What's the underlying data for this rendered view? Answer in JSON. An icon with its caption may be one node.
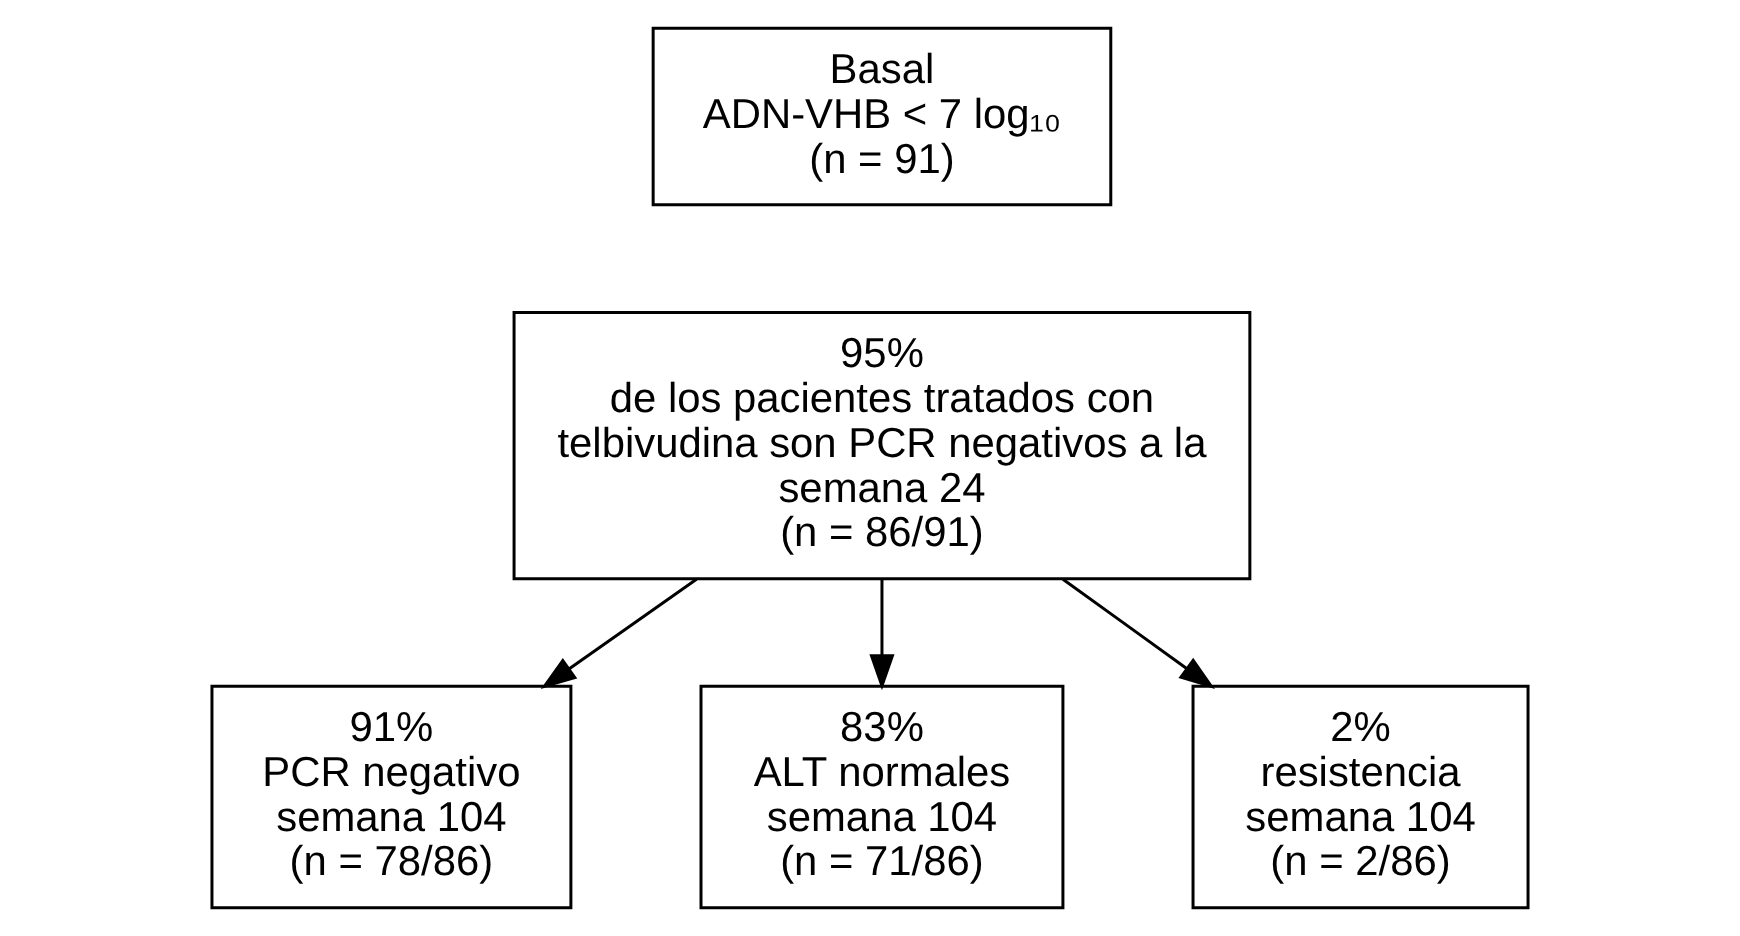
{
  "diagram": {
    "nodes": [
      {
        "text": [
          "Basal",
          "ADN-VHB < 7 log₁₀",
          "(n = 91)"
        ]
      },
      {
        "text": [
          "95%",
          "de los pacientes tratados con telbivudina son PCR negativos a la semana 24",
          "(n = 86/91)"
        ]
      },
      {
        "text": [
          "91%",
          "PCR negativo semana 104",
          "(n = 78/86)"
        ]
      },
      {
        "text": [
          "83%",
          "ALT normales semana 104",
          "(n = 71/86)"
        ]
      },
      {
        "text": [
          "2%",
          "resistencia semana 104",
          "(n = 2/86)"
        ]
      }
    ],
    "edges": [
      {
        "from": 1,
        "to": 2,
        "arrow": "to"
      },
      {
        "from": 1,
        "to": 3,
        "arrow": "to"
      },
      {
        "from": 1,
        "to": 4,
        "arrow": "to"
      }
    ]
  }
}
